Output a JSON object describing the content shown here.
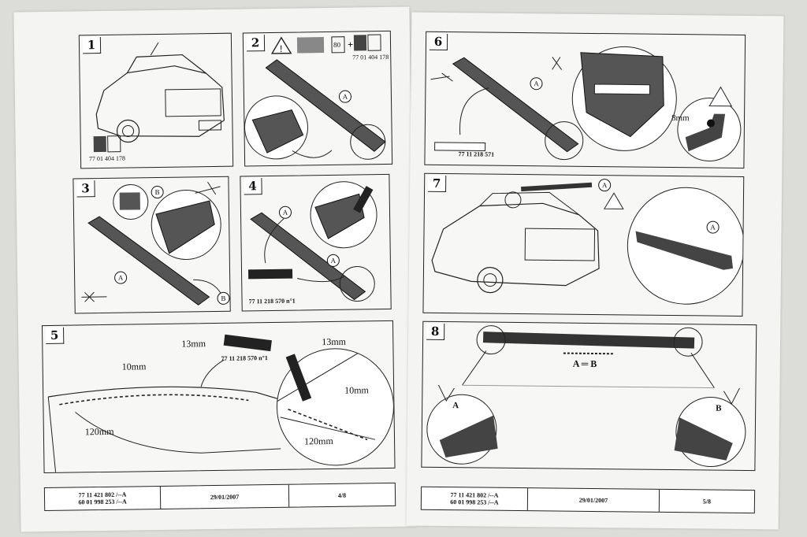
{
  "left_page": {
    "panels": [
      {
        "number": "1",
        "ref": "77 01 404 178"
      },
      {
        "number": "2",
        "badge": "80",
        "ref": "77 01 404 178",
        "callout": "A"
      },
      {
        "number": "3",
        "callouts": [
          "A",
          "B",
          "B"
        ]
      },
      {
        "number": "4",
        "callouts": [
          "A",
          "A"
        ],
        "ref": "77 11 218 570 n°1"
      },
      {
        "number": "5",
        "dimensions": [
          "13mm",
          "10mm",
          "120mm",
          "13mm",
          "10mm",
          "120mm"
        ],
        "ref": "77 11 218 570 n°1"
      }
    ],
    "footer": {
      "ref_line1": "77 11 421 802 /--A",
      "ref_line2": "60 01 998 253 /--A",
      "date": "29/01/2007",
      "page": "4/8"
    }
  },
  "right_page": {
    "panels": [
      {
        "number": "6",
        "callout": "A",
        "dimension": "8mm",
        "ref": "77 11 218 571"
      },
      {
        "number": "7",
        "callouts": [
          "A",
          "A"
        ]
      },
      {
        "number": "8",
        "equation": "A ═ B",
        "callouts": [
          "A",
          "B"
        ]
      }
    ],
    "footer": {
      "ref_line1": "77 11 421 802 /--A",
      "ref_line2": "60 01 998 253 /--A",
      "date": "29/01/2007",
      "page": "5/8"
    }
  },
  "colors": {
    "paper": "#f4f4f2",
    "ink": "#222222",
    "background": "#dcdcd8"
  }
}
